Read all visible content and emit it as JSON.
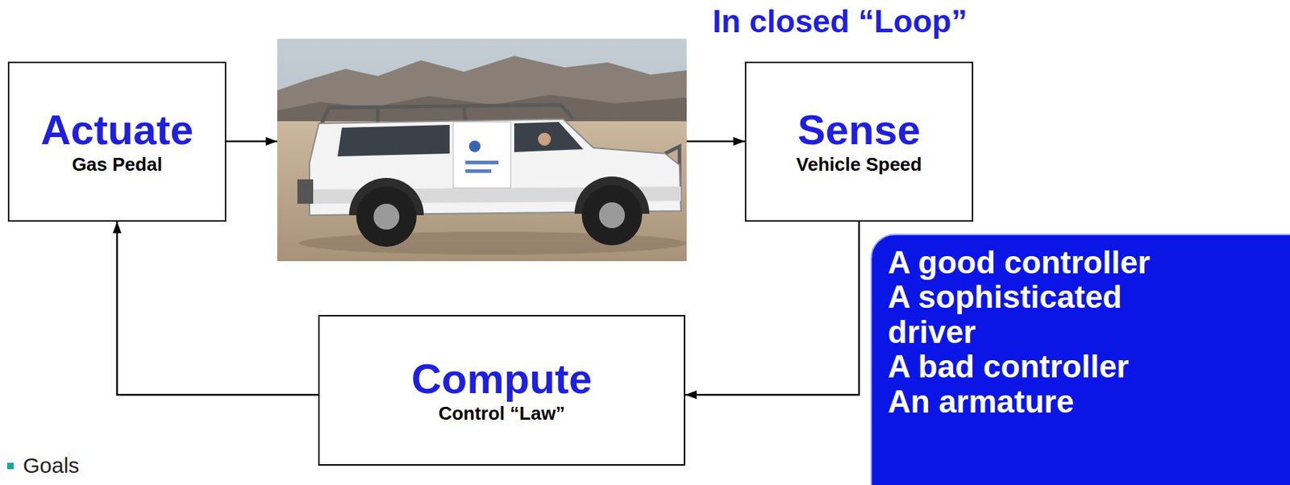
{
  "diagram": {
    "nodes": [
      {
        "text": [
          "Actuate",
          "Gas Pedal"
        ]
      },
      {
        "text": [
          "Sense",
          "Vehicle Speed"
        ]
      },
      {
        "text": [
          "Compute",
          "Control “Law”"
        ]
      },
      {
        "text": [
          "A good controller",
          "A sophisticated driver",
          "A bad controller",
          "An armature"
        ]
      }
    ],
    "edges": [
      {
        "from": 1,
        "to": 2,
        "arrow": "to"
      },
      {
        "from": 2,
        "to": 0,
        "arrow": "to"
      }
    ],
    "labels": [
      "In closed “Loop”",
      "Goals"
    ]
  }
}
